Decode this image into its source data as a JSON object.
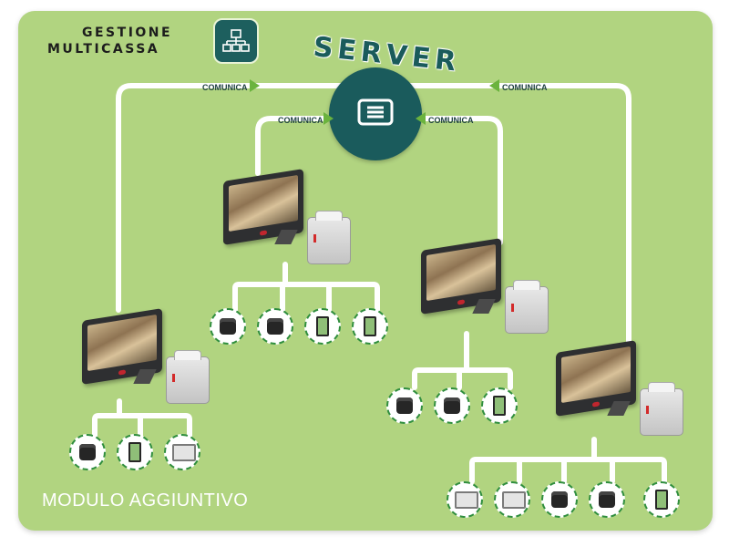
{
  "logo": {
    "line1": "GESTIONE",
    "line2": "MULTICASSA",
    "icon": "network-tree-icon"
  },
  "server": {
    "title": "SERVER",
    "icon": "server-list-icon"
  },
  "links": [
    {
      "label": "COMUNICA",
      "arrow": "right"
    },
    {
      "label": "COMUNICA",
      "arrow": "left"
    },
    {
      "label": "COMUNICA",
      "arrow": "right"
    },
    {
      "label": "COMUNICA",
      "arrow": "left"
    }
  ],
  "stations": [
    {
      "name": "pos-station-left",
      "peripherals": [
        "receipt-printer-icon",
        "tablet-icon",
        "pos-monitor-icon"
      ]
    },
    {
      "name": "pos-station-center-left",
      "peripherals": [
        "receipt-printer-icon",
        "receipt-printer-icon",
        "tablet-icon",
        "tablet-icon"
      ]
    },
    {
      "name": "pos-station-center-right",
      "peripherals": [
        "receipt-printer-icon",
        "receipt-printer-icon",
        "tablet-icon"
      ]
    },
    {
      "name": "pos-station-right",
      "peripherals": [
        "pos-monitor-icon",
        "pos-monitor-icon",
        "receipt-printer-icon",
        "receipt-printer-icon",
        "tablet-icon"
      ]
    }
  ],
  "footer": {
    "text": "MODULO AGGIUNTIVO"
  },
  "colors": {
    "background": "#b1d480",
    "server": "#1a5b5c",
    "arrow": "#6bb33e",
    "connector": "#ffffff",
    "device-border": "#2f8e3e"
  }
}
